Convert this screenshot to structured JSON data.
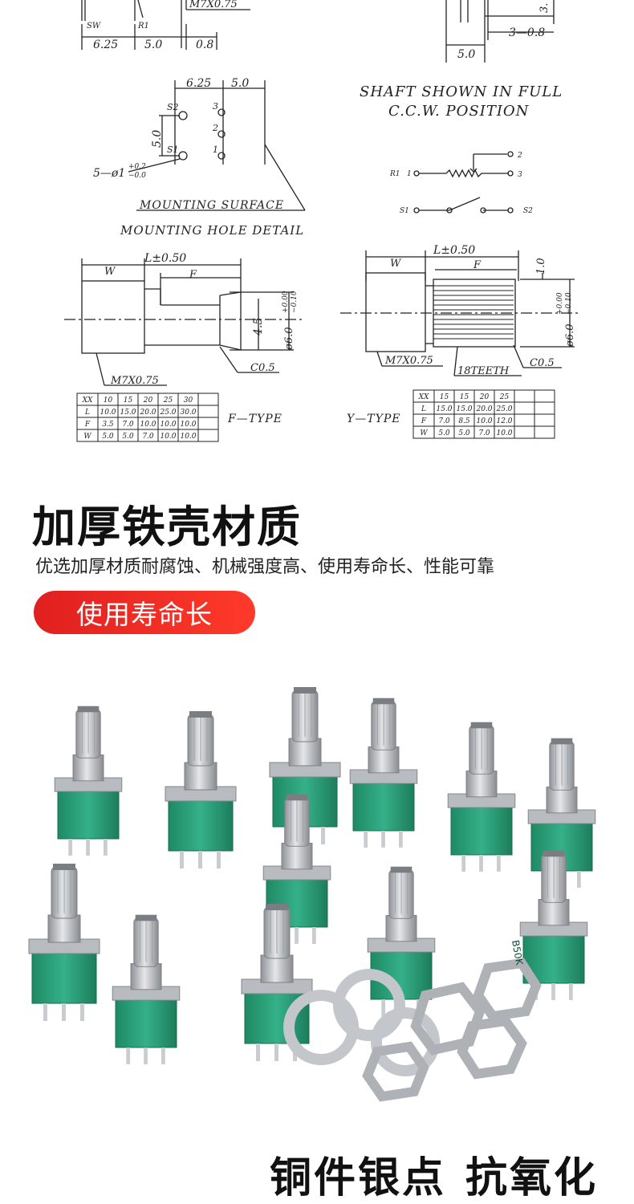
{
  "drawing": {
    "top_labels": {
      "sw": "SW",
      "r1": "R1",
      "thread_top": "M7X0.75",
      "dim_625": "6.25",
      "dim_50": "5.0",
      "dim_08": "0.8",
      "dim_50b": "5.0",
      "dim_3_08": "3—0.8",
      "dim_3": "3."
    },
    "shaft_note": {
      "line1": "SHAFT SHOWN IN FULL",
      "line2": "C.C.W. POSITION"
    },
    "mounting": {
      "dim_625": "6.25",
      "dim_50": "5.0",
      "dim_vertical": "5.0",
      "s2": "S2",
      "s1": "S1",
      "p3": "3",
      "p2": "2",
      "p1": "1",
      "hole": "5—ø1",
      "hole_tol_up": "+0.2",
      "hole_tol_dn": "−0.0",
      "surface": "MOUNTING SURFACE",
      "detail": "MOUNTING HOLE DETAIL"
    },
    "schematic": {
      "r1": "R1",
      "t1": "1",
      "t2": "2",
      "t3": "3",
      "s1": "S1",
      "s2": "S2"
    },
    "f_side": {
      "l": "L±0.50",
      "w": "W",
      "f": "F",
      "d45": "4.5",
      "dia": "ø6.0",
      "tol_up": "+0.00",
      "tol_dn": "−0.10",
      "thread": "M7X0.75",
      "chamfer": "C0.5"
    },
    "y_side": {
      "l": "L±0.50",
      "w": "W",
      "f": "F",
      "d10": "1.0",
      "dia": "ø6.0",
      "tol_up": "+0.00",
      "tol_dn": "−0.10",
      "thread": "M7X0.75",
      "teeth": "18TEETH",
      "chamfer": "C0.5"
    },
    "f_table": {
      "label": "F—TYPE",
      "header": [
        "XX",
        "10",
        "15",
        "20",
        "25",
        "30",
        ""
      ],
      "rows": [
        [
          "L",
          "10.0",
          "15.0",
          "20.0",
          "25.0",
          "30.0",
          ""
        ],
        [
          "F",
          "3.5",
          "7.0",
          "10.0",
          "10.0",
          "10.0",
          ""
        ],
        [
          "W",
          "5.0",
          "5.0",
          "7.0",
          "10.0",
          "10.0",
          ""
        ]
      ]
    },
    "y_table": {
      "label": "Y—TYPE",
      "header": [
        "XX",
        "15",
        "15",
        "20",
        "25",
        "",
        ""
      ],
      "rows": [
        [
          "L",
          "15.0",
          "15.0",
          "20.0",
          "25.0",
          "",
          ""
        ],
        [
          "F",
          "7.0",
          "8.5",
          "10.0",
          "12.0",
          "",
          ""
        ],
        [
          "W",
          "5.0",
          "5.0",
          "7.0",
          "10.0",
          "",
          ""
        ]
      ]
    }
  },
  "heading": "加厚铁壳材质",
  "subline": "优选加厚材质耐腐蚀、机械强度高、使用寿命长、性能可靠",
  "pill": "使用寿命长",
  "photo": {
    "body_mark": "B50K"
  },
  "footer": {
    "part1": "铜件银点",
    "part2": "抗氧化"
  },
  "colors": {
    "pill": "#e52222",
    "body_green": "#2ea27a",
    "metal": "#b9bcc0"
  }
}
